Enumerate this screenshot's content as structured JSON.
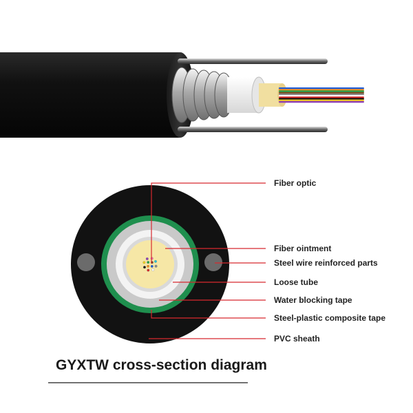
{
  "title": "GYXTW cross-section diagram",
  "labels": {
    "fiber_optic": "Fiber optic",
    "fiber_ointment": "Fiber ointment",
    "steel_wire": "Steel wire reinforced parts",
    "loose_tube": "Loose tube",
    "water_blocking": "Water blocking tape",
    "steel_plastic": "Steel-plastic composite tape",
    "pvc_sheath": "PVC sheath"
  },
  "colors": {
    "leader_line": "#d8282e",
    "sheath": "#121212",
    "green_band": "#1f8f4e",
    "steel_tape": "#c9c9c9",
    "loose_tube": "#f3f3f3",
    "ointment": "#f6e7a6",
    "steel_wire": "#6b6b6b"
  },
  "fiber_colors": [
    "#1e5bd6",
    "#f28c1a",
    "#1fa34a",
    "#7a4a1c",
    "#8a8a8a",
    "#ffffff",
    "#d62828",
    "#111111",
    "#f2d21b",
    "#8e3fb5",
    "#f06aa8",
    "#27c4d9"
  ]
}
